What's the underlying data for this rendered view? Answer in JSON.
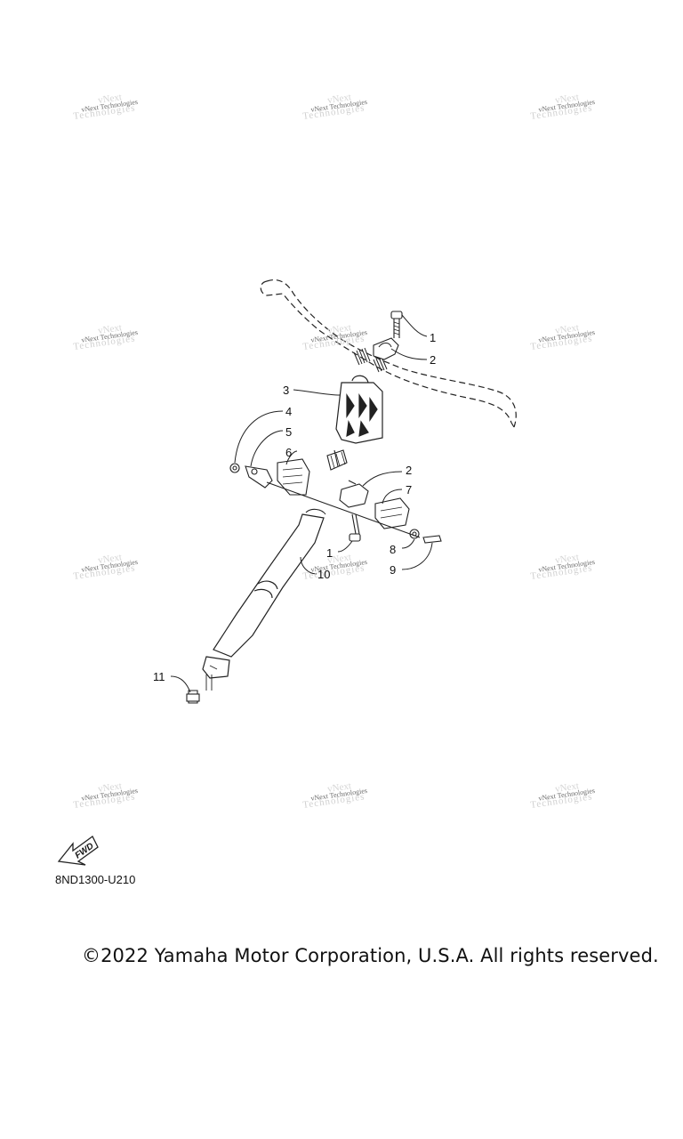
{
  "diagram": {
    "watermark_text": "vNext Technologies",
    "callouts": [
      {
        "id": "1",
        "label": "1"
      },
      {
        "id": "2a",
        "label": "2"
      },
      {
        "id": "3",
        "label": "3"
      },
      {
        "id": "4",
        "label": "4"
      },
      {
        "id": "5",
        "label": "5"
      },
      {
        "id": "6",
        "label": "6"
      },
      {
        "id": "2b",
        "label": "2"
      },
      {
        "id": "7",
        "label": "7"
      },
      {
        "id": "8",
        "label": "8"
      },
      {
        "id": "9",
        "label": "9"
      },
      {
        "id": "1b",
        "label": "1"
      },
      {
        "id": "10",
        "label": "10"
      },
      {
        "id": "11",
        "label": "11"
      }
    ],
    "fwd_label": "FWD",
    "part_code": "8ND1300-U210",
    "copyright": "©2022 Yamaha Motor Corporation, U.S.A. All rights reserved."
  }
}
